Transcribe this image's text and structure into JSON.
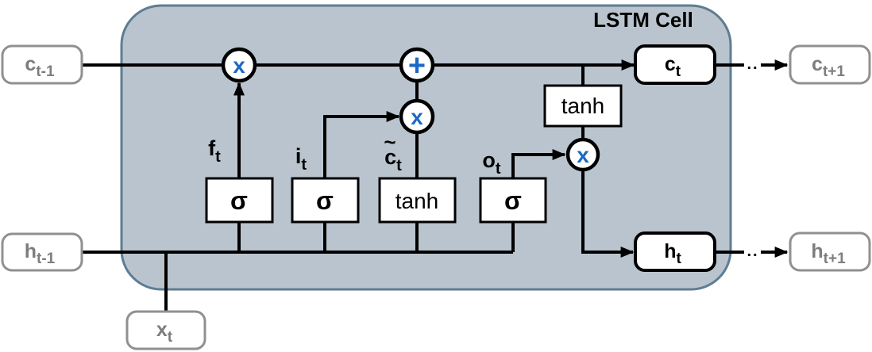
{
  "title": "LSTM Cell",
  "colors": {
    "cell_fill": "#b9c4ce",
    "cell_border": "#5e7d92",
    "accent_blue": "#1b69c4",
    "muted_gray_text": "#7d7d7d",
    "muted_gray_border": "#909090",
    "line_black": "#000000"
  },
  "nodes": {
    "c_prev": {
      "base": "c",
      "sub": "t-1"
    },
    "h_prev": {
      "base": "h",
      "sub": "t-1"
    },
    "x_in": {
      "base": "x",
      "sub": "t"
    },
    "c_out": {
      "base": "c",
      "sub": "t"
    },
    "h_out": {
      "base": "h",
      "sub": "t"
    },
    "c_next": {
      "base": "c",
      "sub": "t+1"
    },
    "h_next": {
      "base": "h",
      "sub": "t+1"
    }
  },
  "gates": {
    "forget": {
      "box": "σ",
      "label_base": "f",
      "label_sub": "t"
    },
    "input": {
      "box": "σ",
      "label_base": "i",
      "label_sub": "t"
    },
    "candidate": {
      "box": "tanh",
      "label_base": "c",
      "label_tilde": "~",
      "label_sub": "t"
    },
    "output": {
      "box": "σ",
      "label_base": "o",
      "label_sub": "t"
    },
    "out_tanh": {
      "box": "tanh"
    }
  },
  "operators": {
    "multiply": "x",
    "add": "+"
  },
  "ellipsis": ".."
}
